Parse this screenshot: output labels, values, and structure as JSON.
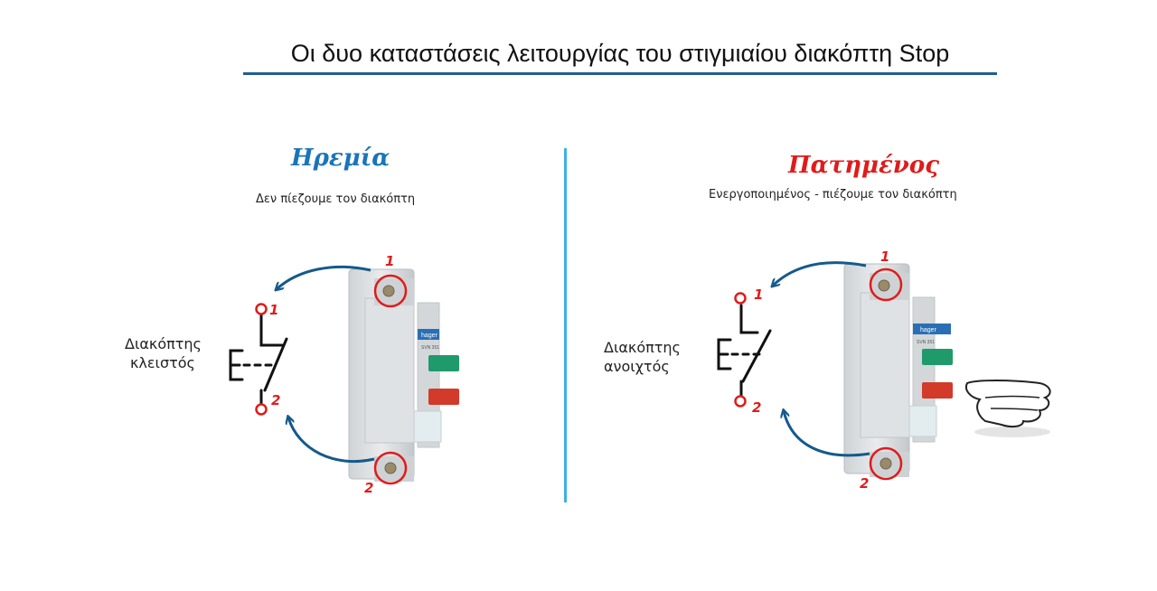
{
  "title": "Οι δυο καταστάσεις λειτουργίας του στιγμιαίου διακόπτη Stop",
  "colors": {
    "title_rule": "#1f5f8f",
    "divider": "#3bb0e6",
    "rest_title": "#1a74b8",
    "pressed_title": "#e01b1b",
    "arrow": "#155a8a",
    "marker": "#e01b1b"
  },
  "left": {
    "state_title": "Ηρεμία",
    "subtitle": "Δεν πίεζουμε τον διακόπτη",
    "switch_label_line1": "Διακόπτης",
    "switch_label_line2": "κλειστός",
    "terminal_top": "1",
    "terminal_bottom": "2",
    "device_brand": "hager",
    "device_model": "SVN 351"
  },
  "right": {
    "state_title": "Πατημένος",
    "subtitle": "Ενεργοποιημένος - πιέζουμε τον διακόπτη",
    "switch_label_line1": "Διακόπτης",
    "switch_label_line2": "ανοιχτός",
    "terminal_top": "1",
    "terminal_bottom": "2",
    "device_brand": "hager",
    "device_model": "SVN 351"
  }
}
